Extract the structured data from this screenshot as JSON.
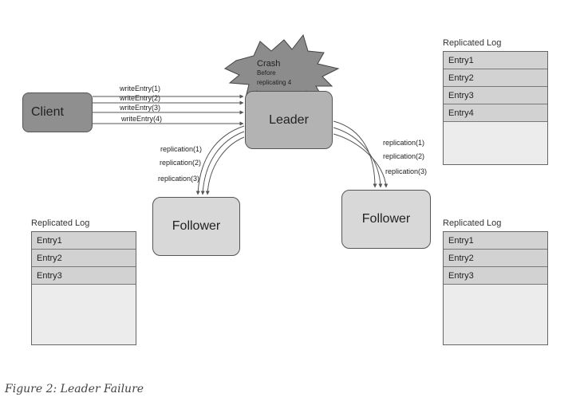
{
  "client": {
    "label": "Client"
  },
  "leader": {
    "label": "Leader"
  },
  "crash": {
    "title": "Crash",
    "line1": "Before",
    "line2": "replicating 4"
  },
  "followers": {
    "left": "Follower",
    "right": "Follower"
  },
  "write_labels": [
    "writeEntry(1)",
    "writeEntry(2)",
    "writeEntry(3)",
    "writeEntry(4)"
  ],
  "replication_left": [
    "replication(1)",
    "replication(2)",
    "replication(3)"
  ],
  "replication_right": [
    "replication(1)",
    "replication(2)",
    "replication(3)"
  ],
  "logs": {
    "leader": {
      "title": "Replicated Log",
      "entries": [
        "Entry1",
        "Entry2",
        "Entry3",
        "Entry4"
      ]
    },
    "follower_left": {
      "title": "Replicated Log",
      "entries": [
        "Entry1",
        "Entry2",
        "Entry3"
      ]
    },
    "follower_right": {
      "title": "Replicated Log",
      "entries": [
        "Entry1",
        "Entry2",
        "Entry3"
      ]
    }
  },
  "caption": "Figure 2: Leader Failure"
}
